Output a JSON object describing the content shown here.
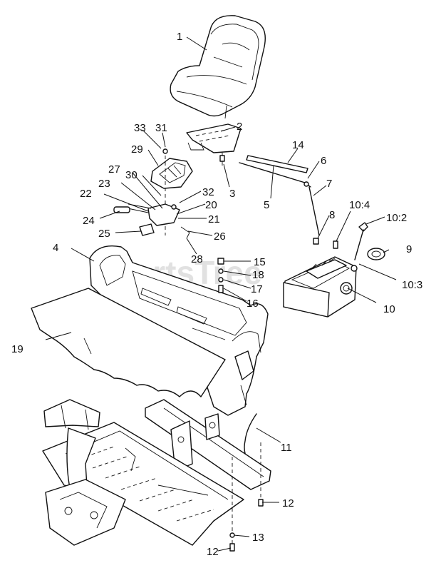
{
  "diagram": {
    "watermark": "PartsTree"
  },
  "callouts": [
    "1",
    "2",
    "3",
    "4",
    "5",
    "6",
    "7",
    "8",
    "9",
    "10",
    "10:2",
    "10:3",
    "10:4",
    "11",
    "12",
    "12",
    "13",
    "14",
    "15",
    "16",
    "17",
    "18",
    "19",
    "20",
    "21",
    "22",
    "23",
    "24",
    "25",
    "26",
    "27",
    "28",
    "29",
    "30",
    "31",
    "32",
    "33"
  ]
}
